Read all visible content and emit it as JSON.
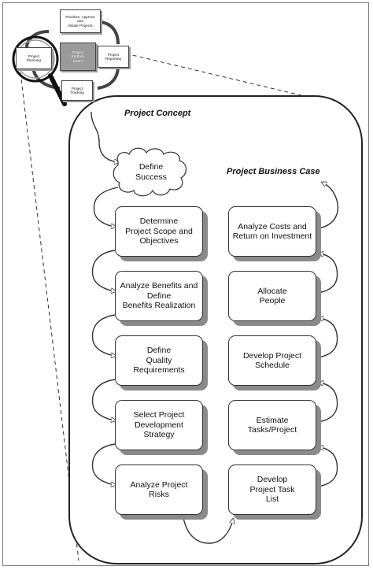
{
  "labels": {
    "concept": "Project Concept",
    "business_case": "Project Business Case"
  },
  "define_success": "Define\nSuccess",
  "left_steps": [
    "Determine\nProject Scope and\nObjectives",
    "Analyze Benefits and\nDefine\nBenefits Realization",
    "Define\nQuality\nRequirements",
    "Select Project\nDevelopment\nStrategy",
    "Analyze Project\nRisks"
  ],
  "right_steps": [
    "Analyze Costs and\nReturn on Investment",
    "Allocate\nPeople",
    "Develop Project\nSchedule",
    "Estimate\nTasks/Project",
    "Develop\nProject Task\nList"
  ],
  "overview": {
    "top": "Prioritize, Approve\nand\nInitiate Projects",
    "left": "Project\nPlanning",
    "center": "Project\nPortfolio\nBoard",
    "right": "Project\nReporting",
    "bottom": "Project\nTracking"
  }
}
